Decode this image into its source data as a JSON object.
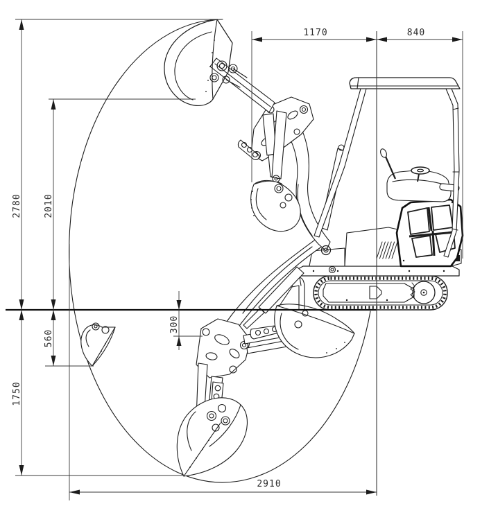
{
  "colors": {
    "line": "#1c1c1c",
    "background": "#ffffff",
    "dim_text": "#2b2b2b"
  },
  "diagram": {
    "dimensions": {
      "front_reach_to_center": "1170",
      "rear_overhang": "840",
      "max_cutting_height": "2780",
      "max_dumping_height": "2010",
      "depth_at_left_wall": "560",
      "max_digging_depth": "1750",
      "shallow_depth": "300",
      "max_digging_reach": "2910"
    }
  }
}
